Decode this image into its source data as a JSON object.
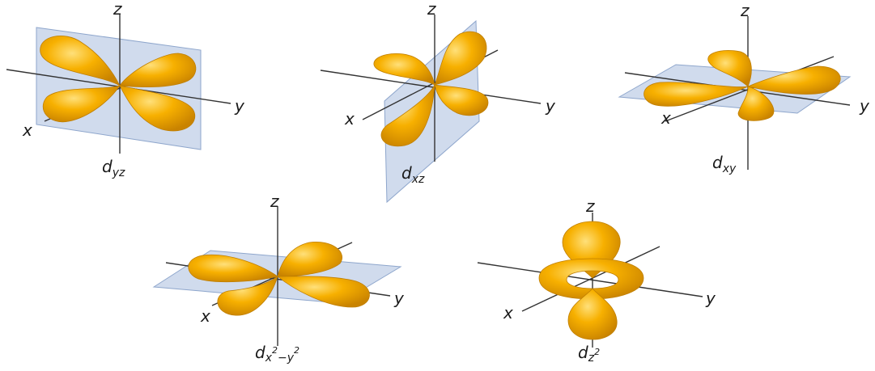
{
  "axis_labels": {
    "x": "x",
    "y": "y",
    "z": "z"
  },
  "orbitals": [
    {
      "name": "d",
      "subscript": "yz",
      "superscripts": []
    },
    {
      "name": "d",
      "subscript": "xz",
      "superscripts": []
    },
    {
      "name": "d",
      "subscript": "xy",
      "superscripts": []
    },
    {
      "name": "d",
      "subscript_parts": [
        "x",
        "2",
        "−y",
        "2"
      ]
    },
    {
      "name": "d",
      "subscript_parts": [
        "z",
        "2"
      ]
    }
  ],
  "colors": {
    "lobe": "#f5a800",
    "lobe_highlight": "#ffd45a",
    "lobe_shadow": "#c98300",
    "plane": "#a9bede",
    "axis": "#333333"
  }
}
